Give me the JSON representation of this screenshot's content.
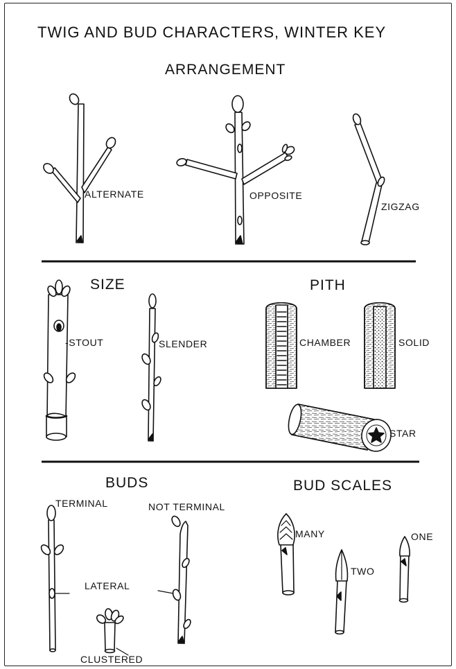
{
  "title": "TWIG AND BUD CHARACTERS, WINTER KEY",
  "sections": {
    "arrangement": {
      "heading": "ARRANGEMENT",
      "labels": {
        "alternate": "ALTERNATE",
        "opposite": "OPPOSITE",
        "zigzag": "ZIGZAG"
      }
    },
    "size": {
      "heading": "SIZE",
      "labels": {
        "stout": "-STOUT",
        "slender": "SLENDER"
      }
    },
    "pith": {
      "heading": "PITH",
      "labels": {
        "chamber": "CHAMBER",
        "solid": "SOLID",
        "star": "STAR"
      }
    },
    "buds": {
      "heading": "BUDS",
      "labels": {
        "terminal": "TERMINAL",
        "not_terminal": "NOT TERMINAL",
        "lateral": "LATERAL",
        "clustered": "CLUSTERED"
      }
    },
    "bud_scales": {
      "heading": "BUD SCALES",
      "labels": {
        "many": "MANY",
        "two": "TWO",
        "one": "ONE"
      }
    }
  }
}
